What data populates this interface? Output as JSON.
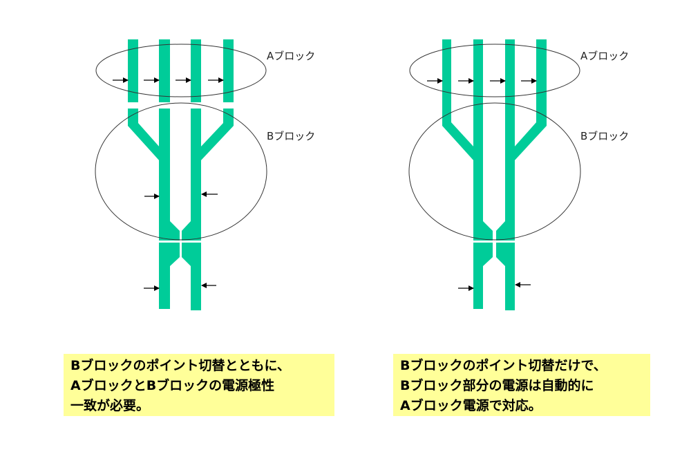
{
  "colors": {
    "track": "#00cc99",
    "note_background": "#ffff99"
  },
  "left_diagram": {
    "label_a": "Aブロック",
    "label_b": "Bブロック",
    "note_lines": [
      "Bブロックのポイント切替とともに、",
      "AブロックとBブロックの電源極性",
      "一致が必要。"
    ]
  },
  "right_diagram": {
    "label_a": "Aブロック",
    "label_b": "Bブロック",
    "note_lines": [
      "Bブロックのポイント切替だけで、",
      "Bブロック部分の電源は自動的に",
      "Aブロック電源で対応。"
    ]
  }
}
